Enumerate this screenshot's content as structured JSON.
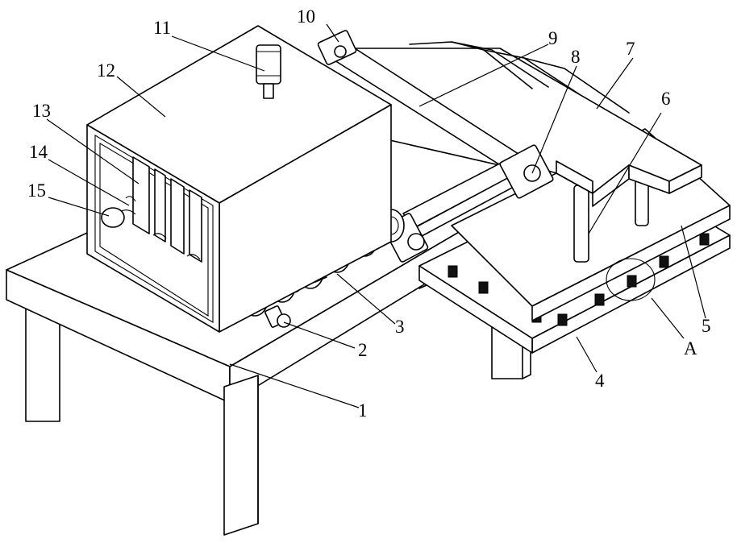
{
  "labels": {
    "l1": "1",
    "l2": "2",
    "l3": "3",
    "l4": "4",
    "l5": "5",
    "l6": "6",
    "l7": "7",
    "l8": "8",
    "l9": "9",
    "l10": "10",
    "l11": "11",
    "l12": "12",
    "l13": "13",
    "l14": "14",
    "l15": "15",
    "lA": "A"
  }
}
